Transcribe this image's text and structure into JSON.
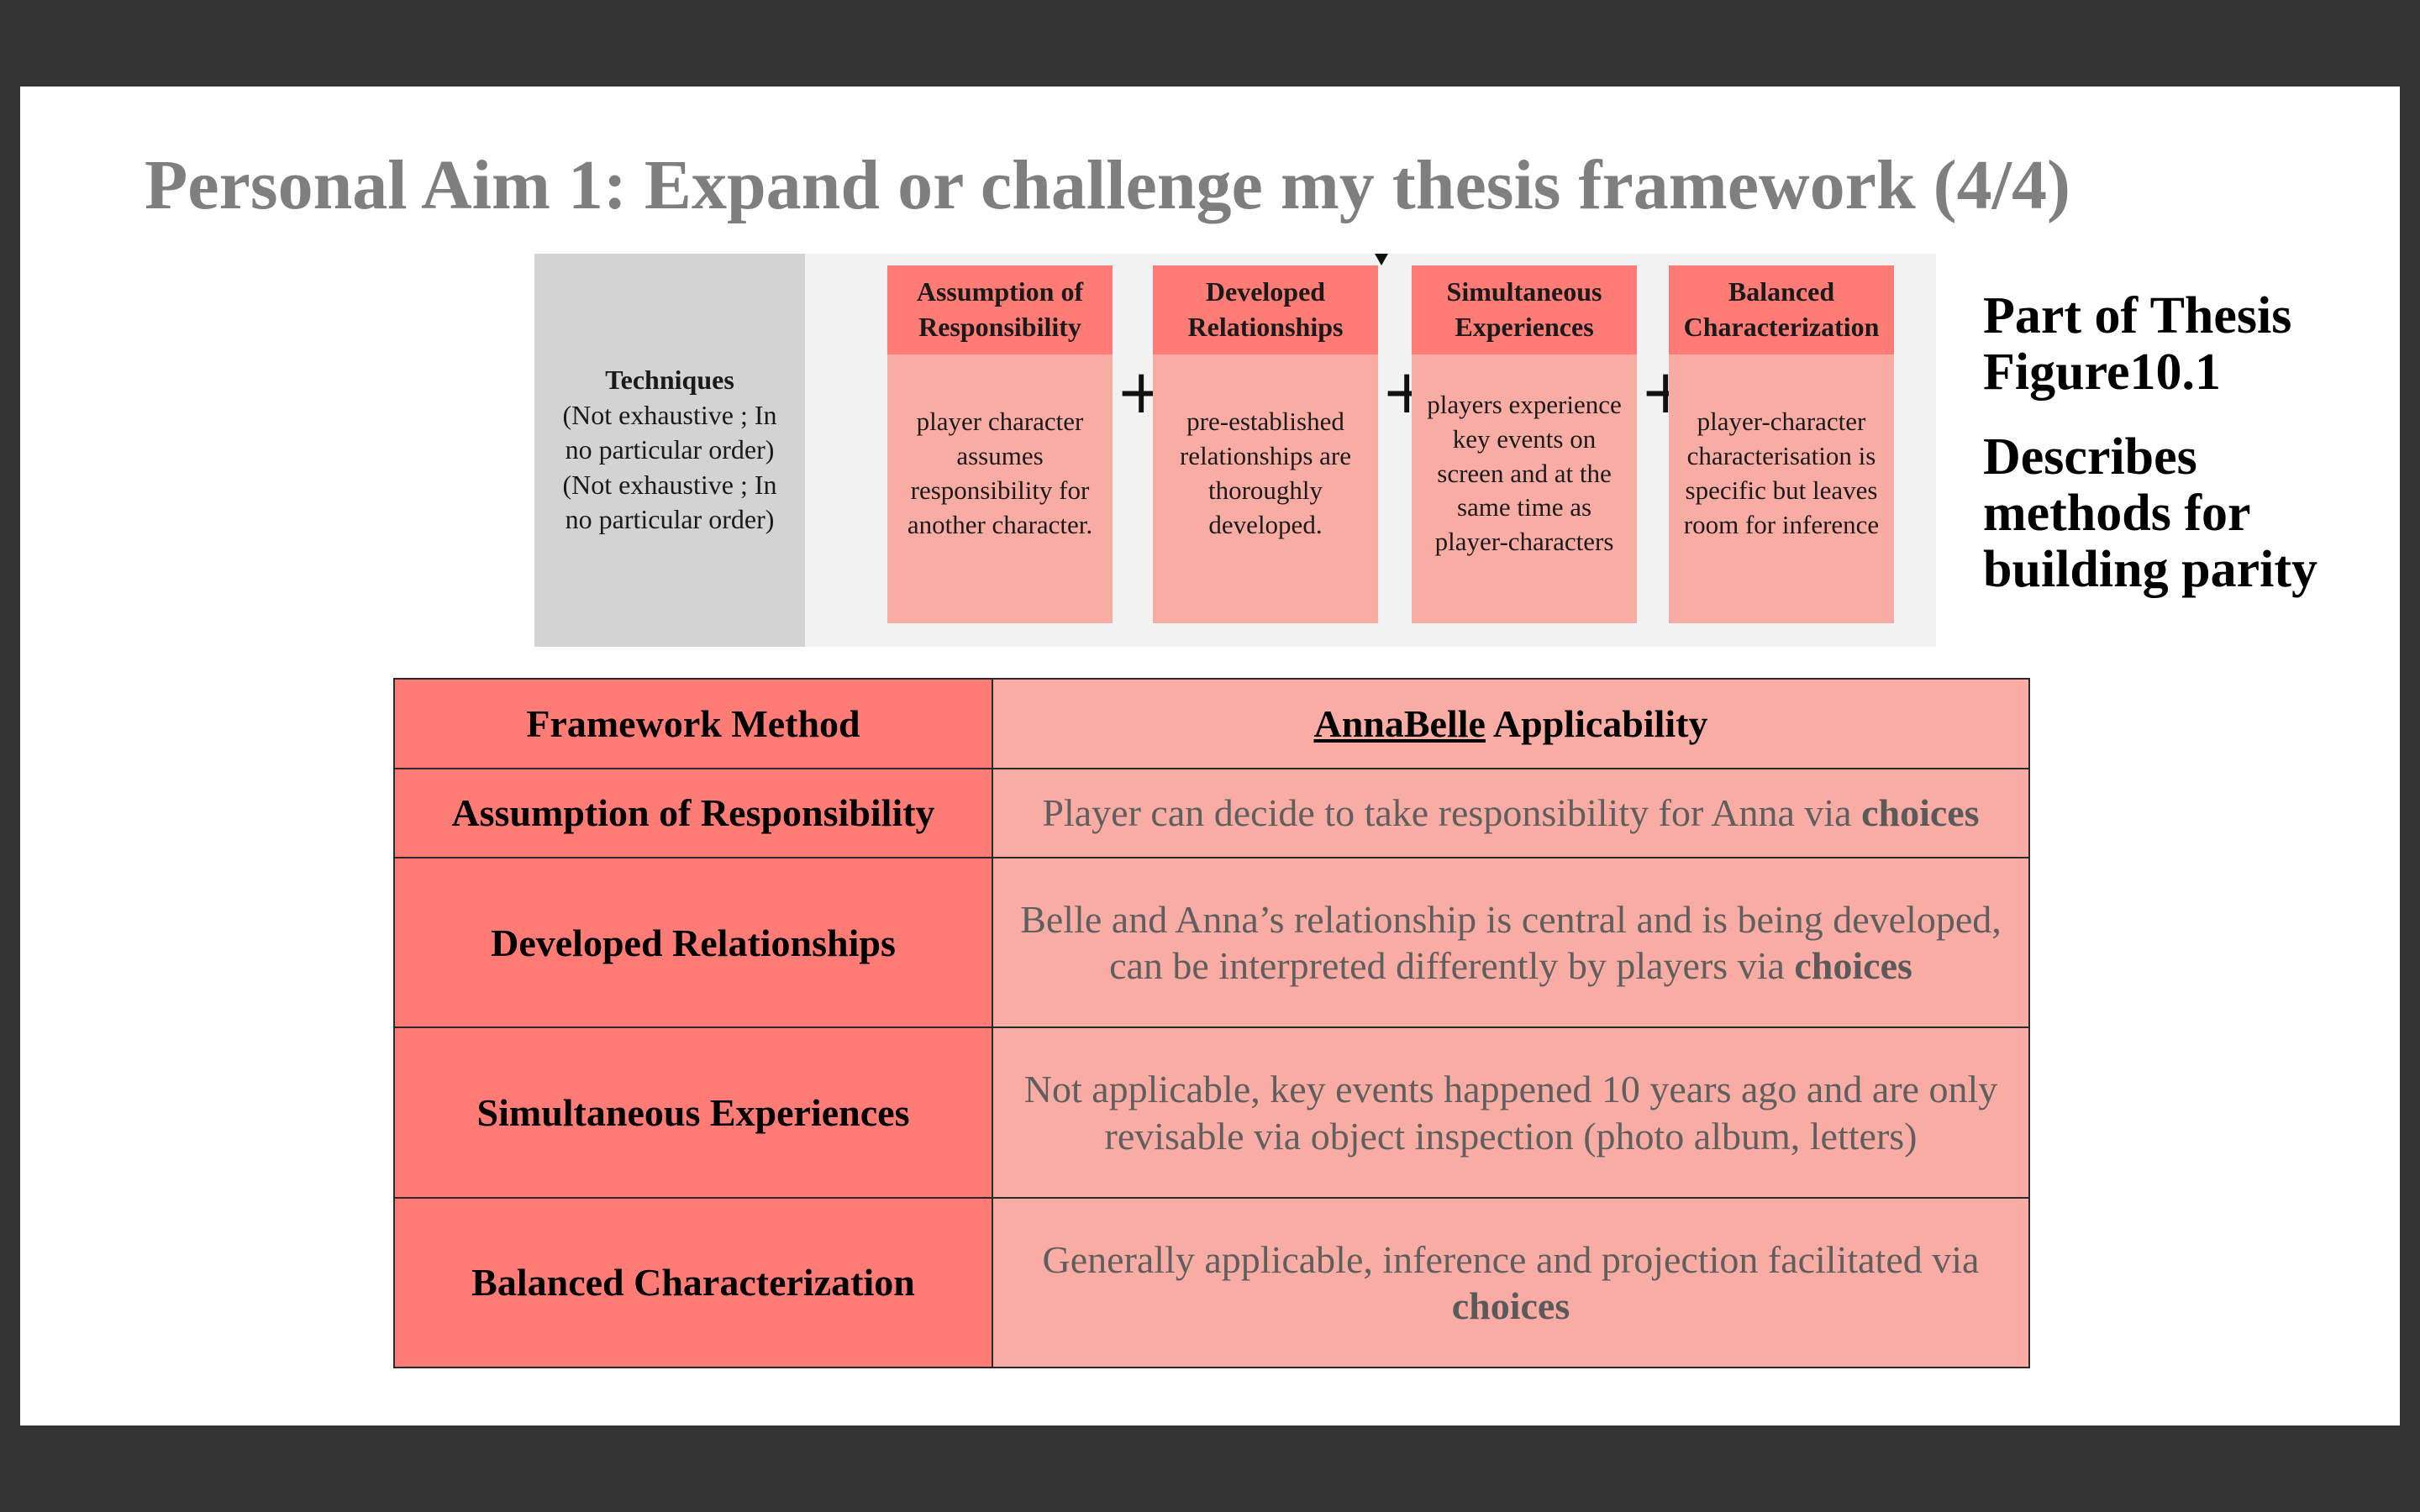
{
  "slide": {
    "title": "Personal Aim 1: Expand or challenge my thesis framework (4/4)"
  },
  "figure": {
    "left_heading": "Techniques",
    "left_subtext": "(Not exhaustive ; In no particular order)(Not exhaustive ; In no particular order)",
    "plus_symbol": "+",
    "cards": [
      {
        "heading": "Assumption of Responsibility",
        "body": "player character assumes responsibility for another character."
      },
      {
        "heading": "Developed Relationships",
        "body": "pre-established relationships are thoroughly developed."
      },
      {
        "heading": "Simultaneous Experiences",
        "body": "players experience key events on screen and at the same time as player-characters"
      },
      {
        "heading": "Balanced Characterization",
        "body": "player-character characterisation is specific but leaves room for inference"
      }
    ],
    "colors": {
      "card_head": "#ff7b75",
      "card_body": "#f9aca3",
      "panel": "#f2f2f2",
      "left_panel": "#d3d3d3"
    }
  },
  "side_note": {
    "line1": "Part of Thesis Figure10.1",
    "line2": "Describes methods for building parity"
  },
  "table": {
    "header": {
      "method": "Framework Method",
      "app_name": "AnnaBelle",
      "app_suffix": " Applicability"
    },
    "rows": [
      {
        "method": "Assumption of Responsibility",
        "text": "Player can decide to take responsibility for Anna via ",
        "bold": "choices"
      },
      {
        "method": "Developed Relationships",
        "text": "Belle and Anna’s relationship is central and is being developed, can be interpreted differently by players via ",
        "bold": "choices"
      },
      {
        "method": "Simultaneous Experiences",
        "text": "Not applicable, key events happened 10 years ago and are only revisable via object inspection (photo album, letters)",
        "bold": ""
      },
      {
        "method": "Balanced Characterization",
        "text": "Generally applicable, inference and projection facilitated via ",
        "bold": "choices"
      }
    ]
  }
}
